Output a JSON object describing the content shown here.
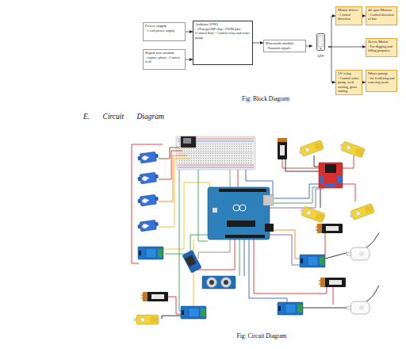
{
  "diagram": {
    "title": "E. Circuit Diagram",
    "caption": "Fig: Circuit Diagram",
    "nodes": [
      {
        "text": [
          "Power supply",
          "- 5 volt power supply"
        ]
      },
      {
        "text": [
          "Rapid sow module",
          "- capture photo - Control feed"
        ]
      },
      {
        "text": [
          "Arduino UNO",
          "- ATmega328P chip - PWM pins - (Control Bot) - Control relay and water pump"
        ]
      },
      {
        "text": [
          "Bluetooth module",
          "- Transmit signals"
        ]
      },
      {
        "text": [
          "APP"
        ]
      },
      {
        "text": [
          "Motor driver",
          "- Control direction"
        ]
      },
      {
        "text": [
          "40 rpm Motors",
          "- Control direction of bot"
        ]
      },
      {
        "text": [
          "Servo Motor",
          "- For digging and filling purposes"
        ]
      },
      {
        "text": [
          "5V relay",
          "- Control water pump, seed sowing, grass cutting"
        ]
      },
      {
        "text": [
          "Water pump",
          "- for fertilizing and watering seeds"
        ]
      }
    ],
    "edges": [
      {
        "from": 0,
        "to": 2,
        "arrow": "to"
      },
      {
        "from": 1,
        "to": 2,
        "arrow": "to"
      },
      {
        "from": 2,
        "to": 3,
        "arrow": "to"
      },
      {
        "from": 3,
        "to": 4,
        "arrow": "to"
      },
      {
        "from": 4,
        "to": 5,
        "arrow": "to"
      },
      {
        "from": 5,
        "to": 6,
        "arrow": "to"
      },
      {
        "from": 4,
        "to": 7,
        "arrow": "to"
      },
      {
        "from": 4,
        "to": 8,
        "arrow": "to"
      },
      {
        "from": 8,
        "to": 9,
        "arrow": "to"
      }
    ],
    "labels": [
      "Fig: Block Diagram"
    ]
  }
}
